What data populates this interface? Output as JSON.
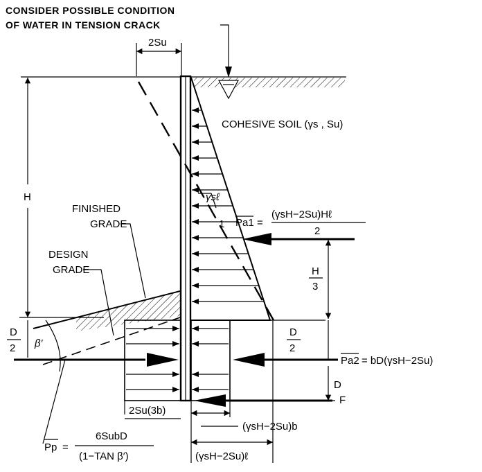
{
  "notes": {
    "tension_line1": "CONSIDER POSSIBLE CONDITION",
    "tension_line2": "OF WATER IN TENSION CRACK",
    "soil": "COHESIVE SOIL (γs , Su)",
    "finished_grade_1": "FINISHED",
    "finished_grade_2": "GRADE",
    "design_grade_1": "DESIGN",
    "design_grade_2": "GRADE"
  },
  "dimensions": {
    "two_su_top": "2Su",
    "H": "H",
    "H_over_3_num": "H",
    "H_over_3_den": "3",
    "D_over_2_left_num": "D",
    "D_over_2_left_den": "2",
    "D_over_2_right_num": "D",
    "D_over_2_right_den": "2",
    "D": "D",
    "beta": "β′"
  },
  "loads": {
    "slope_label": "γsℓ",
    "slope_one": "1",
    "pa1_symbol": "Pa1",
    "pa1_numerator": "(γsH−2Su)Hℓ",
    "pa1_denominator": "2",
    "pa2_symbol": "Pa2",
    "pa2_expression": "= bD(γsH−2Su)",
    "force_F": "F",
    "passive_base": "2Su(3b)",
    "active_base": "(γsH−2Su)b",
    "active_base_total": "(γsH−2Su)ℓ",
    "pp_symbol": "Pp",
    "pp_numerator": "6SubD",
    "pp_denominator": "(1−TAN β′)"
  }
}
